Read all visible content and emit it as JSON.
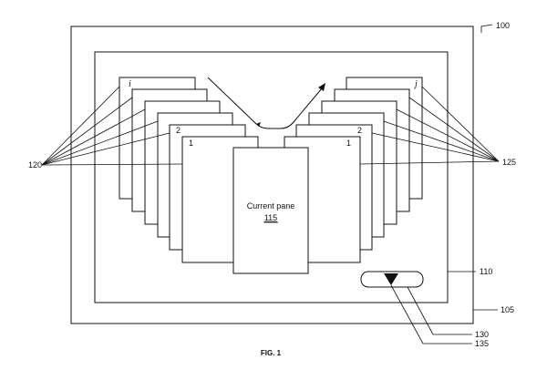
{
  "figure": {
    "caption": "FIG. 1",
    "ref_device": "100",
    "ref_frame_outer": "105",
    "ref_frame_inner": "110",
    "ref_current_pane": "115",
    "ref_left_panes": "120",
    "ref_right_panes": "125",
    "ref_control": "130",
    "ref_indicator": "135",
    "current_pane_label": "Current pane",
    "left_stack_labels": [
      "1",
      "2",
      "i"
    ],
    "right_stack_labels": [
      "1",
      "2",
      "j"
    ],
    "stroke_color": "#111111"
  }
}
